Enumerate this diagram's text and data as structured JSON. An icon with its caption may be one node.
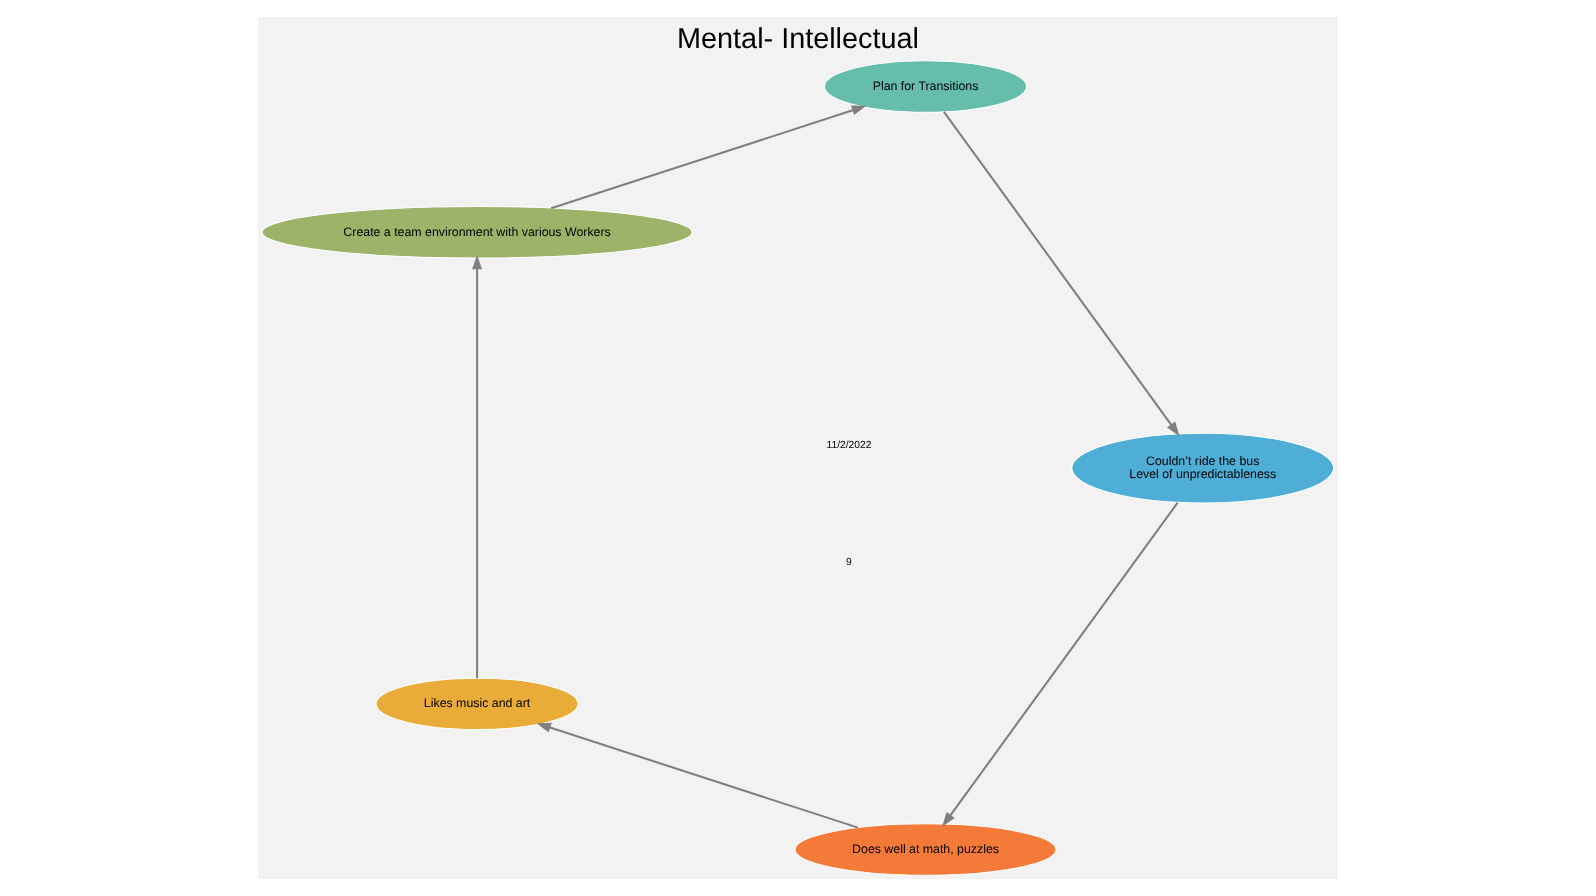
{
  "diagram": {
    "title": "Mental- Intellectual",
    "nodes": [
      {
        "text": [
          "Does well at math, puzzles"
        ]
      },
      {
        "text": [
          "Likes music and art"
        ]
      },
      {
        "text": [
          "Create a team environment with various Workers"
        ]
      },
      {
        "text": [
          "Plan for Transitions"
        ]
      },
      {
        "text": [
          "Couldn’t ride the bus",
          "Level of unpredictableness"
        ]
      }
    ],
    "edges": [
      {
        "from": 0,
        "to": 1,
        "arrow": "to"
      },
      {
        "from": 1,
        "to": 2,
        "arrow": "to"
      },
      {
        "from": 2,
        "to": 3,
        "arrow": "to"
      },
      {
        "from": 3,
        "to": 4,
        "arrow": "to"
      },
      {
        "from": 4,
        "to": 0,
        "arrow": "to"
      }
    ],
    "labels": [
      "11/2/2022",
      "9"
    ]
  }
}
